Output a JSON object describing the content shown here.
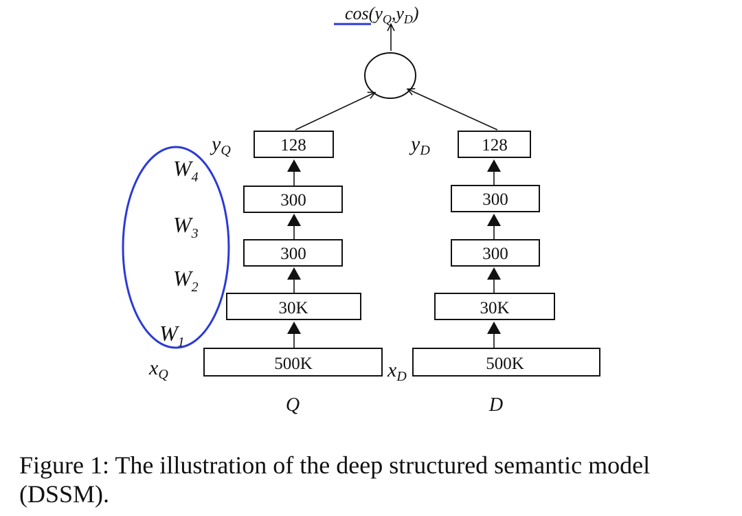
{
  "output": {
    "label": "cos(yQ,yD)",
    "fn": "cos(",
    "a": "y",
    "a_sub": "Q",
    "sep": ",",
    "b": "y",
    "b_sub": "D",
    "close": ")"
  },
  "towers": [
    {
      "name": "Q",
      "input_var": "x",
      "input_sub": "Q",
      "output_var": "y",
      "output_sub": "Q",
      "layers": [
        "500K",
        "30K",
        "300",
        "300",
        "128"
      ]
    },
    {
      "name": "D",
      "input_var": "x",
      "input_sub": "D",
      "output_var": "y",
      "output_sub": "D",
      "layers": [
        "500K",
        "30K",
        "300",
        "300",
        "128"
      ]
    }
  ],
  "weights": [
    {
      "base": "W",
      "sub": "1"
    },
    {
      "base": "W",
      "sub": "2"
    },
    {
      "base": "W",
      "sub": "3"
    },
    {
      "base": "W",
      "sub": "4"
    }
  ],
  "colors": {
    "annotation": "#2a3ad6",
    "ink": "#111111"
  },
  "caption": "Figure 1: The illustration of the deep structured semantic model (DSSM)."
}
